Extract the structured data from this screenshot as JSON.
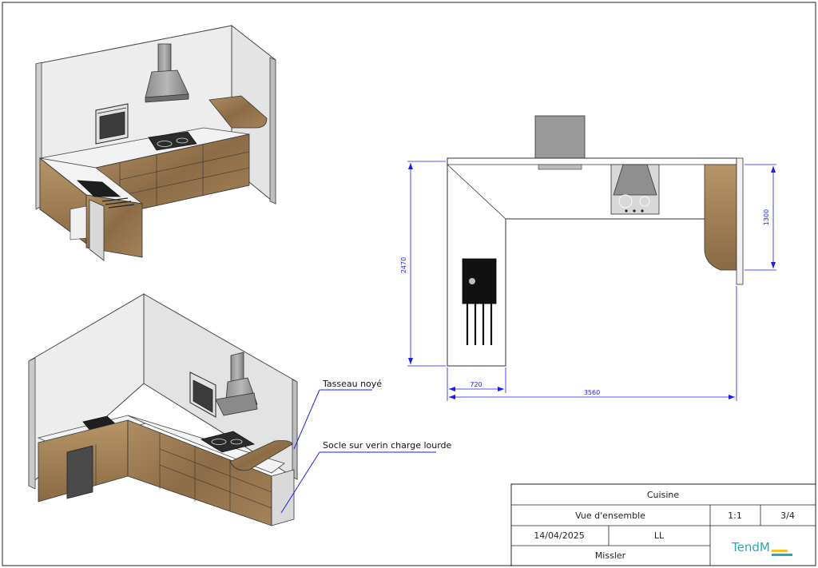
{
  "annotations": {
    "tasseau": "Tasseau noyé",
    "socle": "Socle sur verin charge lourde"
  },
  "dimensions": {
    "height_total": "2470",
    "height_right": "1300",
    "width_left": "720",
    "width_total": "3560"
  },
  "title_block": {
    "project": "Cuisine",
    "view": "Vue d'ensemble",
    "scale": "1:1",
    "sheet": "3/4",
    "date": "14/04/2025",
    "initials": "LL",
    "client": "Missler",
    "logo_text": "TendM"
  },
  "colors": {
    "dimension": "#1a1aff",
    "wood": "#9a7b55",
    "wall": "#ececec",
    "logo": "#2aa8b8"
  }
}
